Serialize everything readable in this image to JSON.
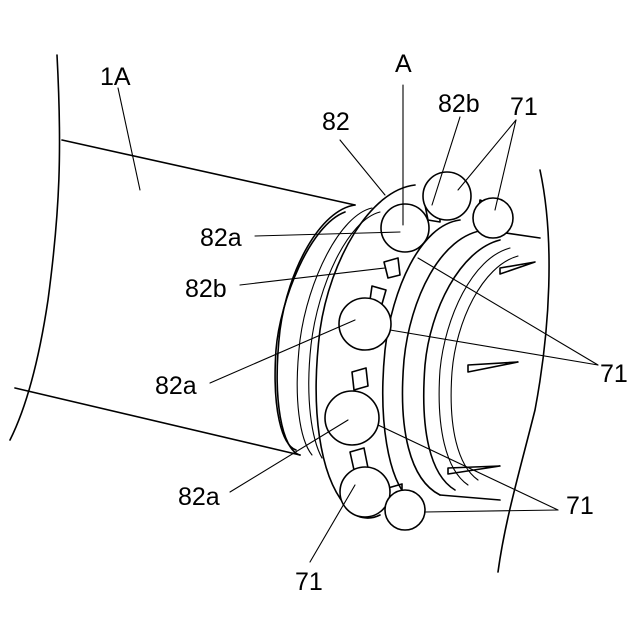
{
  "labels": {
    "shaft": "1A",
    "section": "A",
    "retainer": "82",
    "pocket_top": "82b",
    "pocket_left": "82b",
    "opening_1": "82a",
    "opening_2": "82a",
    "opening_3": "82a",
    "ball_top": "71",
    "ball_right": "71",
    "ball_lower_right": "71",
    "ball_bottom": "71"
  }
}
